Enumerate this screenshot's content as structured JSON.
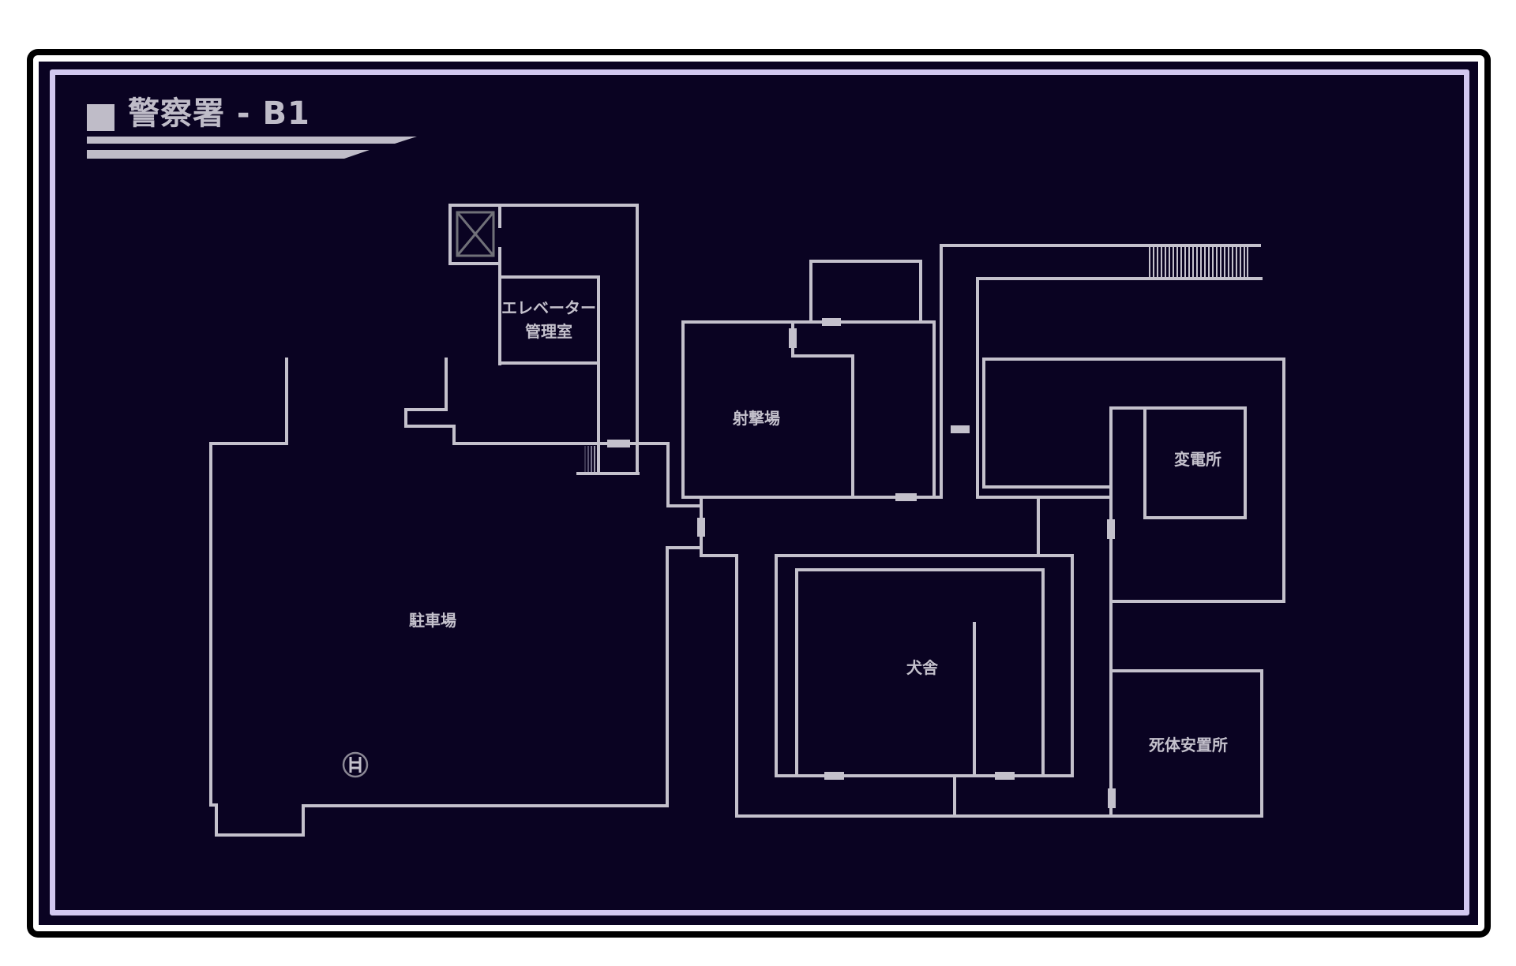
{
  "map": {
    "title": "警察署 - B1",
    "building": "警察署",
    "floor": "B1",
    "colors": {
      "background": "#0a0322",
      "wall": "#c4c1cc",
      "frame_accent": "#d2c8f0",
      "frame_outer": "#000000",
      "elevator_shaft": "#707078"
    },
    "rooms": [
      {
        "id": "elevator-control",
        "label_line1": "エレベーター",
        "label_line2": "管理室"
      },
      {
        "id": "shooting-range",
        "label": "射撃場"
      },
      {
        "id": "substation",
        "label": "変電所"
      },
      {
        "id": "parking",
        "label": "駐車場"
      },
      {
        "id": "kennel",
        "label": "犬舎"
      },
      {
        "id": "morgue",
        "label": "死体安置所"
      }
    ],
    "icons": [
      {
        "name": "elevator-shaft-icon"
      },
      {
        "name": "ladder-icon"
      },
      {
        "name": "stairs-icon"
      }
    ]
  }
}
